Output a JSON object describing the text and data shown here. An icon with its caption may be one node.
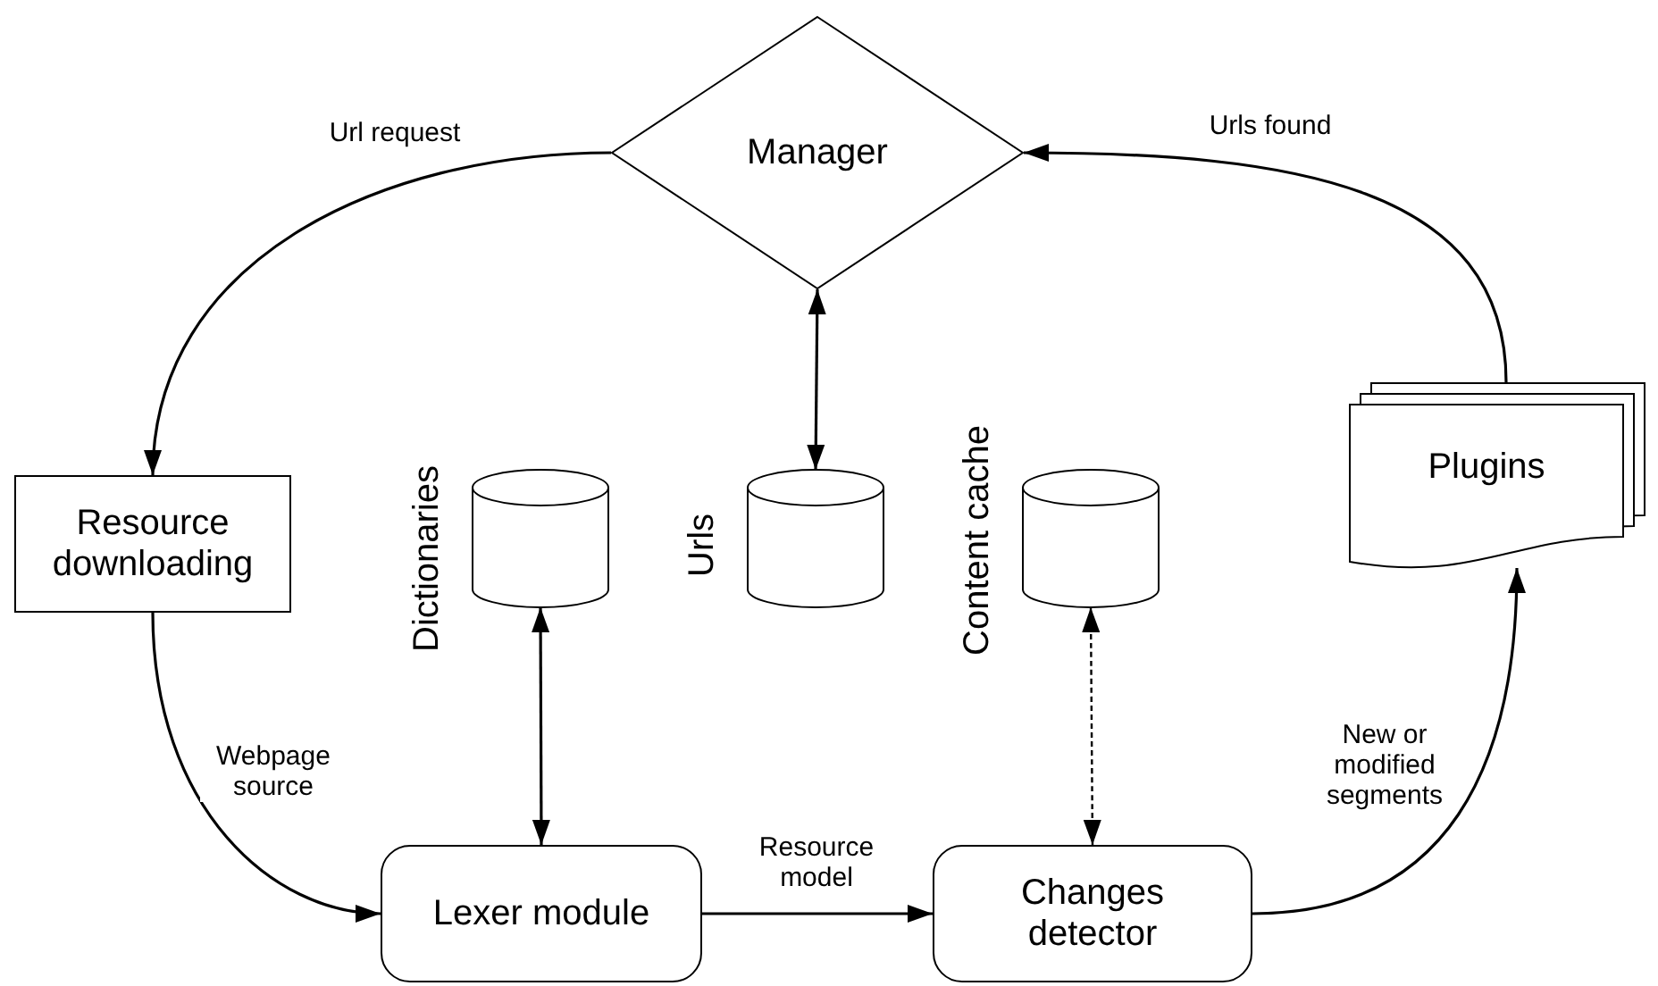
{
  "diagram": {
    "nodes": [
      {
        "text": [
          "Manager"
        ]
      },
      {
        "text": [
          "Resource downloading"
        ]
      },
      {
        "text": [
          "Dictionaries"
        ]
      },
      {
        "text": [
          "Urls"
        ]
      },
      {
        "text": [
          "Content cache"
        ]
      },
      {
        "text": [
          "Plugins"
        ]
      },
      {
        "text": [
          "Lexer module"
        ]
      },
      {
        "text": [
          "Changes detector"
        ]
      }
    ],
    "edges": [
      {
        "from": 0,
        "to": 1,
        "arrow": "to",
        "label": "Url request"
      },
      {
        "from": 0,
        "to": 3,
        "arrow": "both"
      },
      {
        "from": 5,
        "to": 0,
        "arrow": "to",
        "label": "Urls found"
      },
      {
        "from": 1,
        "to": 6,
        "arrow": "to",
        "label": "Webpage source"
      },
      {
        "from": 2,
        "to": 6,
        "arrow": "both"
      },
      {
        "from": 6,
        "to": 7,
        "arrow": "to",
        "label": "Resource model"
      },
      {
        "from": 4,
        "to": 7,
        "arrow": "both",
        "style": "dashed"
      },
      {
        "from": 7,
        "to": 5,
        "arrow": "to",
        "label": "New or modified segments"
      }
    ]
  }
}
